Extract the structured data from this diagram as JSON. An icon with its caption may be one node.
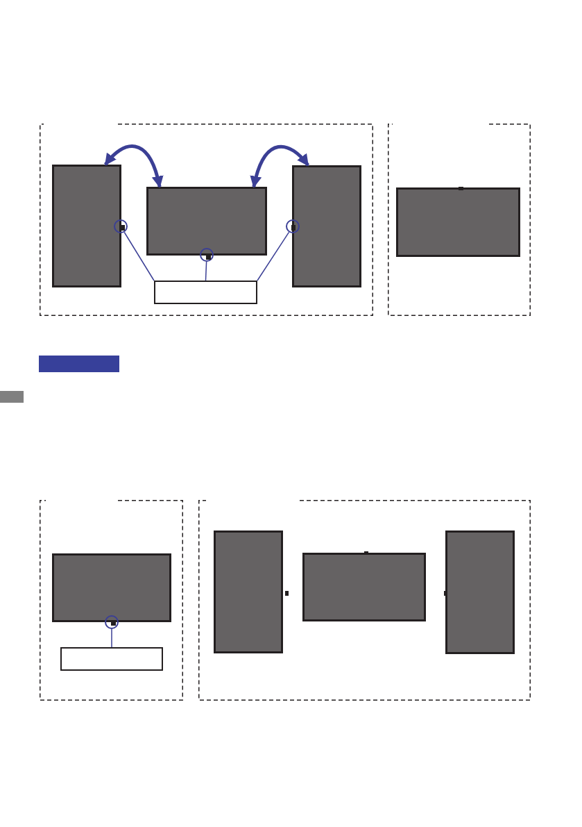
{
  "diagram": {
    "nodes": [
      {
        "text": [],
        "shape": "box"
      },
      {
        "text": [],
        "shape": "box",
        "in": 0
      },
      {
        "text": [],
        "shape": "box",
        "in": 0
      },
      {
        "text": [],
        "shape": "box",
        "in": 0
      },
      {
        "text": [],
        "shape": "circle",
        "in": 0
      },
      {
        "text": [],
        "shape": "circle",
        "in": 0
      },
      {
        "text": [],
        "shape": "circle",
        "in": 0
      },
      {
        "text": [],
        "shape": "box",
        "in": 0
      },
      {
        "text": [],
        "shape": "box"
      },
      {
        "text": [],
        "shape": "box",
        "in": 8
      },
      {
        "text": [],
        "shape": "bar"
      },
      {
        "text": [],
        "shape": "bar"
      },
      {
        "text": [],
        "shape": "box"
      },
      {
        "text": [],
        "shape": "box",
        "in": 12
      },
      {
        "text": [],
        "shape": "circle",
        "in": 12
      },
      {
        "text": [],
        "shape": "box",
        "in": 12
      },
      {
        "text": [],
        "shape": "box"
      },
      {
        "text": [],
        "shape": "box",
        "in": 16
      },
      {
        "text": [],
        "shape": "box",
        "in": 16
      },
      {
        "text": [],
        "shape": "box",
        "in": 16
      }
    ],
    "edges": [
      {
        "from": 1,
        "to": 2,
        "arrow": "both",
        "style": "thick"
      },
      {
        "from": 2,
        "to": 3,
        "arrow": "both",
        "style": "thick"
      },
      {
        "from": 7,
        "to": 4,
        "arrow": "none"
      },
      {
        "from": 7,
        "to": 5,
        "arrow": "none"
      },
      {
        "from": 7,
        "to": 6,
        "arrow": "none"
      },
      {
        "from": 15,
        "to": 14,
        "arrow": "none"
      }
    ]
  }
}
